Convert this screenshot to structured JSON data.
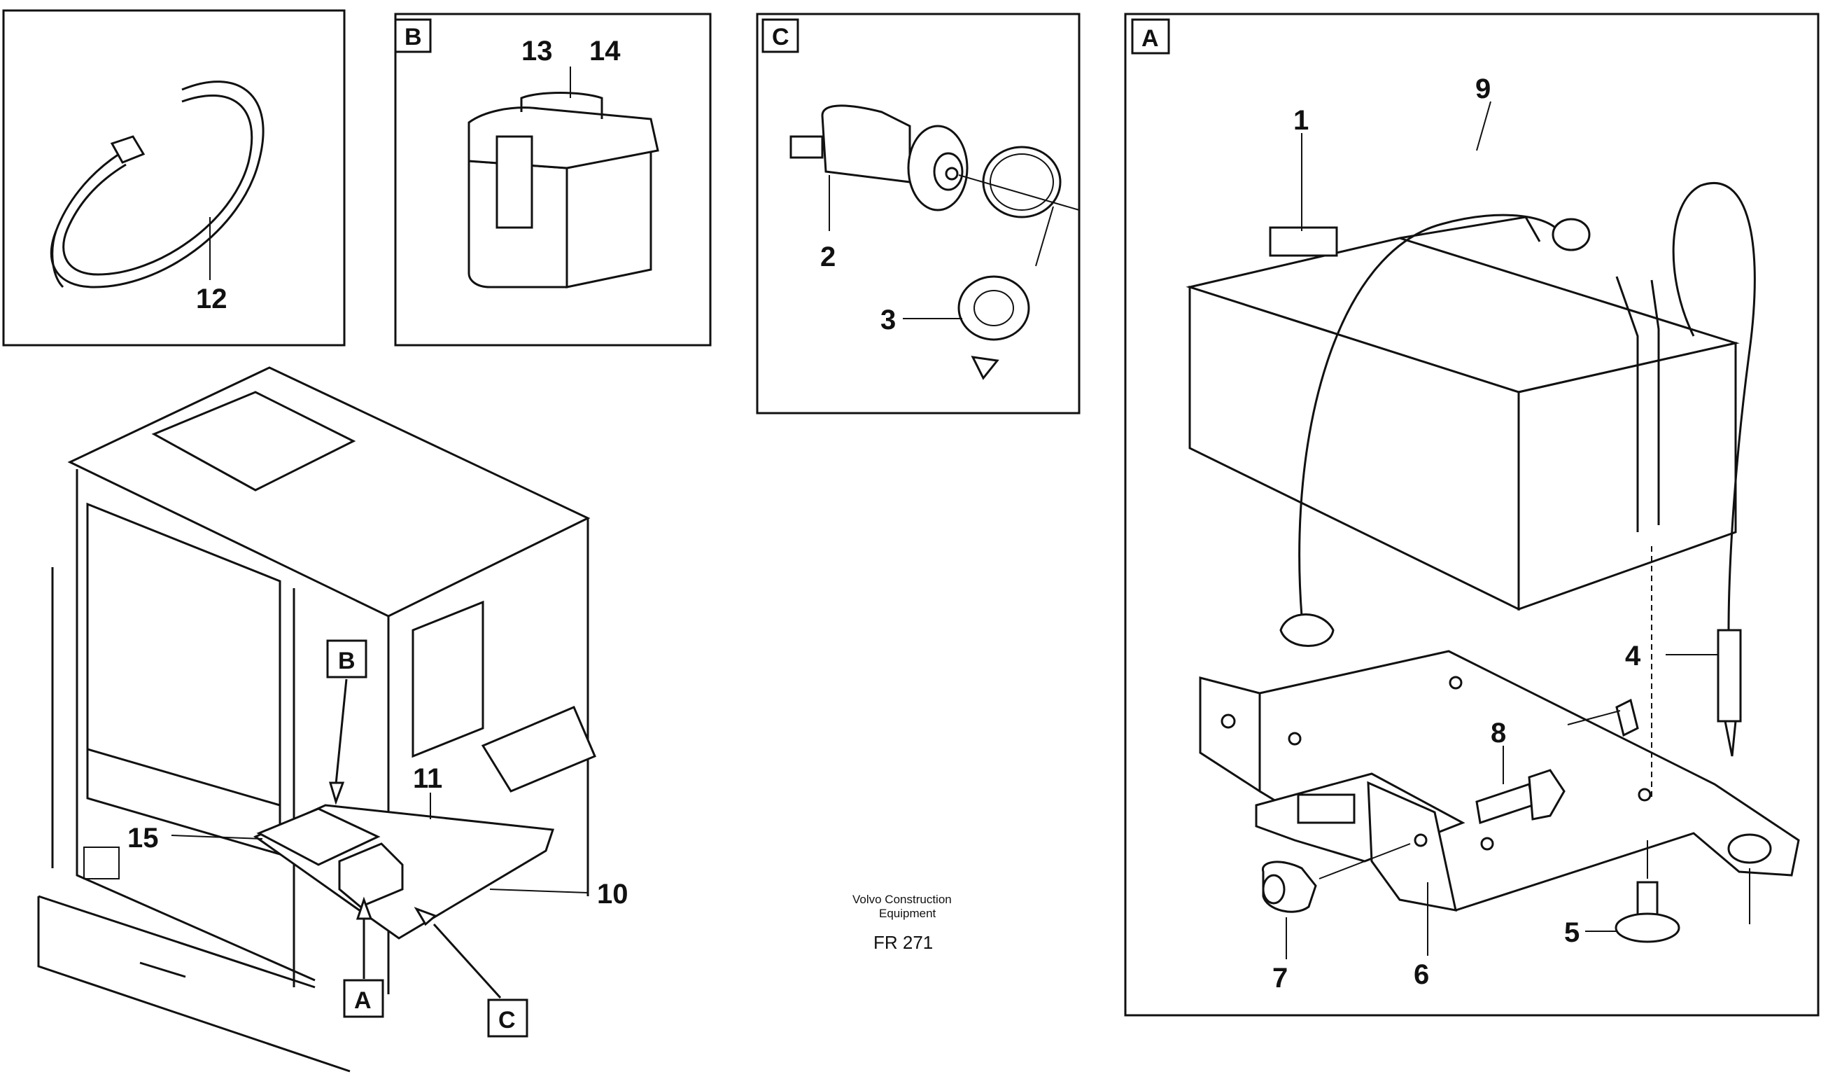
{
  "panels": {
    "a": {
      "letter": "A"
    },
    "b": {
      "letter": "B"
    },
    "c": {
      "letter": "C"
    }
  },
  "callouts": {
    "cab": {
      "b": "B",
      "a": "A",
      "c": "C"
    }
  },
  "parts": {
    "p1": "1",
    "p2": "2",
    "p3": "3",
    "p4": "4",
    "p5": "5",
    "p6": "6",
    "p7": "7",
    "p8": "8",
    "p9": "9",
    "p10": "10",
    "p11": "11",
    "p12": "12",
    "p13": "13",
    "p14": "14",
    "p15": "15"
  },
  "footer": {
    "brand_line1": "Volvo Construction",
    "brand_line2": "Equipment",
    "code": "FR 271"
  }
}
